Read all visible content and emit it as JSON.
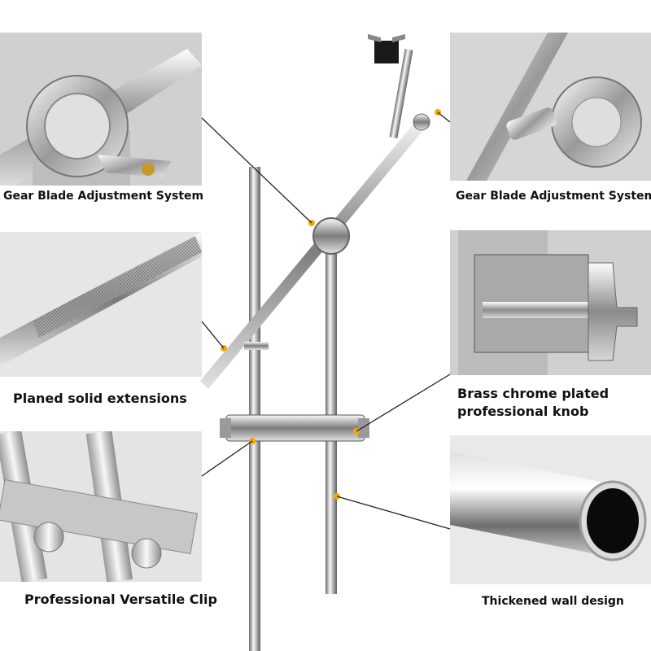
{
  "features": [
    {
      "id": "gear-left",
      "caption": "Gear Blade Adjustment System",
      "icon": "gear-blade-closeup"
    },
    {
      "id": "gear-right",
      "caption": "Gear Blade Adjustment System",
      "icon": "gear-blade-closeup"
    },
    {
      "id": "extensions",
      "caption": "Planed solid extensions",
      "icon": "knurled-rod-closeup"
    },
    {
      "id": "knob",
      "caption_line1": "Brass chrome plated",
      "caption_line2": "professional knob",
      "icon": "t-knob-closeup"
    },
    {
      "id": "clip",
      "caption": "Professional Versatile Clip",
      "icon": "clamp-closeup"
    },
    {
      "id": "wall",
      "caption": "Thickened wall design",
      "icon": "tube-end-closeup"
    }
  ],
  "colors": {
    "chrome_light": "#f4f4f4",
    "chrome_dark": "#8a8a8a",
    "marker": "#f2a900",
    "leader": "#222222",
    "bg": "#ffffff"
  }
}
